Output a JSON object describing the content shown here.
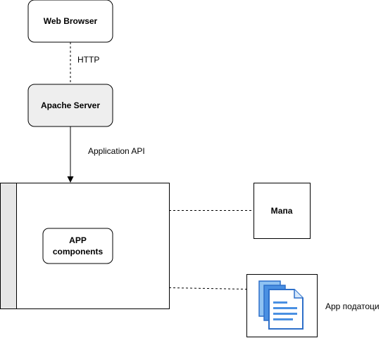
{
  "nodes": {
    "web_browser": "Web Browser",
    "apache_server": "Apache Server",
    "app_components_line1": "APP",
    "app_components_line2": "components",
    "map": "Мапа"
  },
  "edges": {
    "http": "HTTP",
    "application_api": "Application API"
  },
  "files": {
    "label": "App податоци",
    "icon": "document-files-icon"
  },
  "colors": {
    "box_fill": "#ffffff",
    "apache_fill": "#eeeeee",
    "sidebar_fill": "#e6e6e6",
    "stroke": "#000000",
    "icon_blue_light": "#8fc2f2",
    "icon_blue": "#4a90e2",
    "icon_blue_dark": "#2d6fc9"
  }
}
